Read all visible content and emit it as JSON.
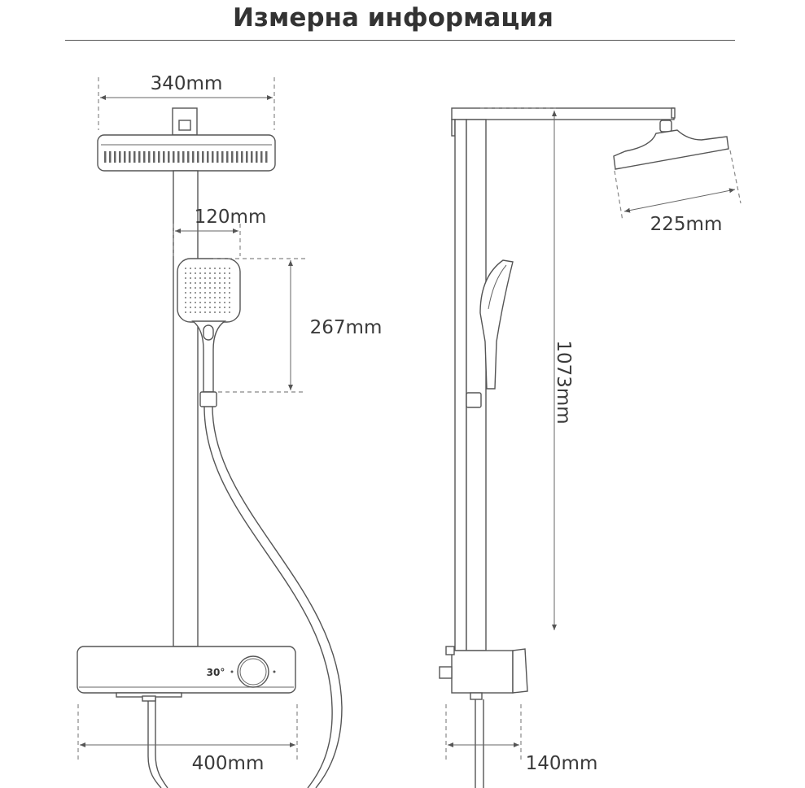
{
  "title": "Измерна информация",
  "front_view": {
    "head_width": "340mm",
    "hand_shower_width": "120mm",
    "hand_shower_height": "267mm",
    "control_panel_width": "400mm",
    "display_temperature": "30°"
  },
  "side_view": {
    "head_depth": "225mm",
    "total_height": "1073mm",
    "control_depth": "140mm"
  },
  "colors": {
    "line": "#555555",
    "text": "#3a3a3a"
  }
}
